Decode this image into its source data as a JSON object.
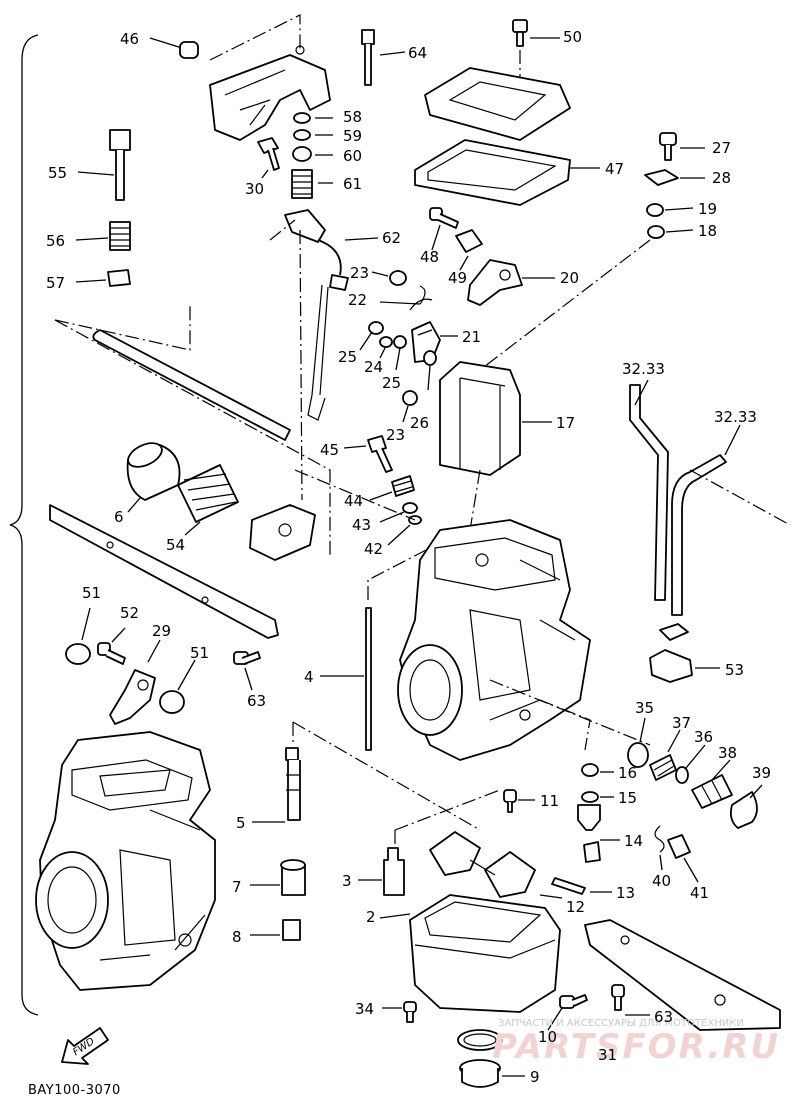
{
  "diagram": {
    "code": "BAY100-3070",
    "direction_label": "FWD",
    "watermark_text": "ЗАПЧАСТИ И АКСЕССУАРЫ ДЛЯ МОТОТЕХНИКИ",
    "watermark_logo": "PARTSFOR.RU"
  },
  "labels": [
    {
      "id": "46",
      "text": "46"
    },
    {
      "id": "64",
      "text": "64"
    },
    {
      "id": "50",
      "text": "50"
    },
    {
      "id": "58",
      "text": "58"
    },
    {
      "id": "59",
      "text": "59"
    },
    {
      "id": "60",
      "text": "60"
    },
    {
      "id": "61",
      "text": "61"
    },
    {
      "id": "30",
      "text": "30"
    },
    {
      "id": "55",
      "text": "55"
    },
    {
      "id": "27",
      "text": "27"
    },
    {
      "id": "28",
      "text": "28"
    },
    {
      "id": "47",
      "text": "47"
    },
    {
      "id": "19",
      "text": "19"
    },
    {
      "id": "18",
      "text": "18"
    },
    {
      "id": "56",
      "text": "56"
    },
    {
      "id": "62",
      "text": "62"
    },
    {
      "id": "48",
      "text": "48"
    },
    {
      "id": "49",
      "text": "49"
    },
    {
      "id": "20",
      "text": "20"
    },
    {
      "id": "57",
      "text": "57"
    },
    {
      "id": "23a",
      "text": "23"
    },
    {
      "id": "22",
      "text": "22"
    },
    {
      "id": "21",
      "text": "21"
    },
    {
      "id": "25a",
      "text": "25"
    },
    {
      "id": "24",
      "text": "24"
    },
    {
      "id": "25b",
      "text": "25"
    },
    {
      "id": "32.33a",
      "text": "32.33"
    },
    {
      "id": "26",
      "text": "26"
    },
    {
      "id": "23b",
      "text": "23"
    },
    {
      "id": "17",
      "text": "17"
    },
    {
      "id": "32.33b",
      "text": "32.33"
    },
    {
      "id": "45",
      "text": "45"
    },
    {
      "id": "6",
      "text": "6"
    },
    {
      "id": "54",
      "text": "54"
    },
    {
      "id": "44",
      "text": "44"
    },
    {
      "id": "43",
      "text": "43"
    },
    {
      "id": "42",
      "text": "42"
    },
    {
      "id": "51a",
      "text": "51"
    },
    {
      "id": "52",
      "text": "52"
    },
    {
      "id": "29",
      "text": "29"
    },
    {
      "id": "51b",
      "text": "51"
    },
    {
      "id": "63a",
      "text": "63"
    },
    {
      "id": "4",
      "text": "4"
    },
    {
      "id": "53",
      "text": "53"
    },
    {
      "id": "35",
      "text": "35"
    },
    {
      "id": "37",
      "text": "37"
    },
    {
      "id": "36",
      "text": "36"
    },
    {
      "id": "38",
      "text": "38"
    },
    {
      "id": "16",
      "text": "16"
    },
    {
      "id": "39",
      "text": "39"
    },
    {
      "id": "15",
      "text": "15"
    },
    {
      "id": "5",
      "text": "5"
    },
    {
      "id": "11",
      "text": "11"
    },
    {
      "id": "14",
      "text": "14"
    },
    {
      "id": "7",
      "text": "7"
    },
    {
      "id": "3",
      "text": "3"
    },
    {
      "id": "40",
      "text": "40"
    },
    {
      "id": "41",
      "text": "41"
    },
    {
      "id": "13",
      "text": "13"
    },
    {
      "id": "2",
      "text": "2"
    },
    {
      "id": "12",
      "text": "12"
    },
    {
      "id": "8",
      "text": "8"
    },
    {
      "id": "34",
      "text": "34"
    },
    {
      "id": "63b",
      "text": "63"
    },
    {
      "id": "10",
      "text": "10"
    },
    {
      "id": "31",
      "text": "31"
    },
    {
      "id": "9",
      "text": "9"
    }
  ]
}
